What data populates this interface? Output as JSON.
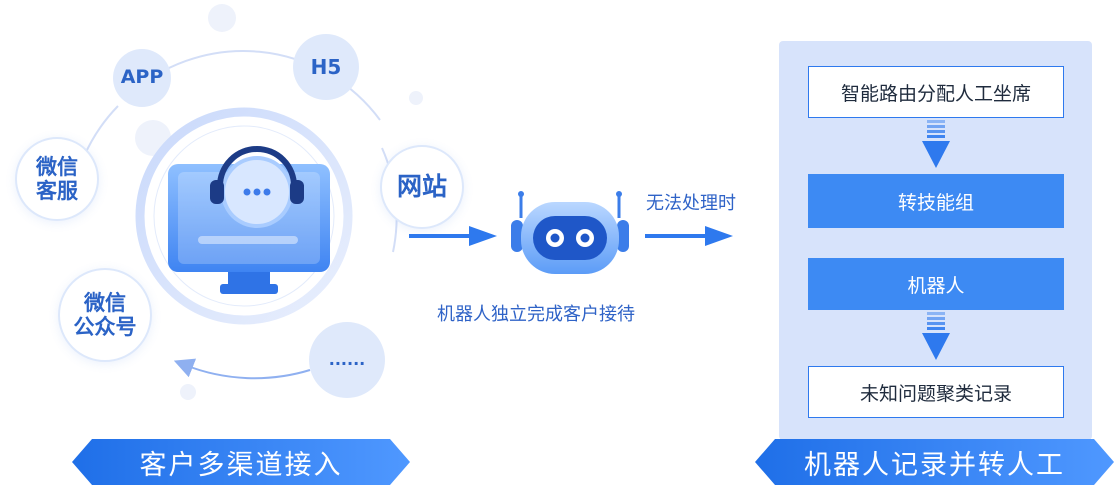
{
  "left": {
    "channels": {
      "app": "APP",
      "h5": "H5",
      "wechat_service": "微信\n客服",
      "website": "网站",
      "wechat_official": "微信\n公众号",
      "more": "......"
    },
    "banner": "客户多渠道接入"
  },
  "middle": {
    "condition": "无法处理时",
    "robot_caption": "机器人独立完成客户接待"
  },
  "right": {
    "steps": [
      {
        "label": "智能路由分配人工坐席",
        "style": "white"
      },
      {
        "label": "转技能组",
        "style": "blue"
      },
      {
        "label": "机器人",
        "style": "blue"
      },
      {
        "label": "未知问题聚类记录",
        "style": "white"
      }
    ],
    "banner": "机器人记录并转人工"
  },
  "colors": {
    "primary": "#2e79ee",
    "panel": "#d7e3fb",
    "text_blue": "#2f63c7"
  },
  "icons": [
    "monitor-headset-icon",
    "robot-icon",
    "arrow-right-icon",
    "arrow-down-icon",
    "cycle-arrow-icon"
  ]
}
